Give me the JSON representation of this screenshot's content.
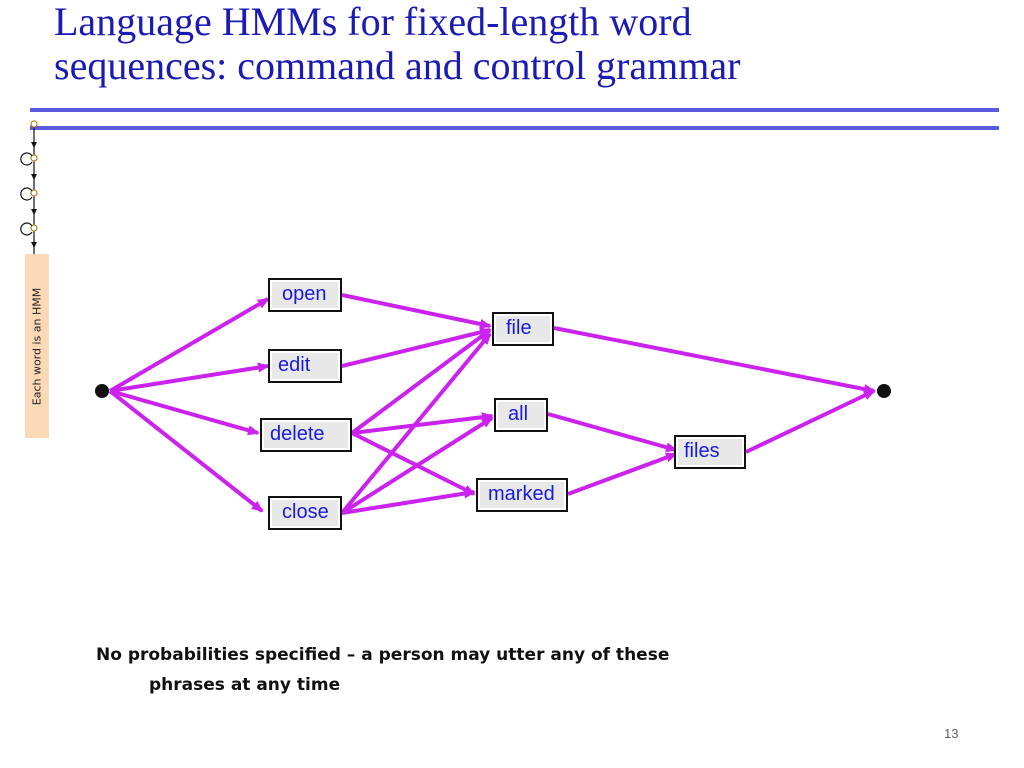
{
  "title": {
    "line1": "Language HMMs for fixed-length word",
    "line2": "sequences: command and control grammar"
  },
  "side_label": "Each word is an HMM",
  "words": {
    "open": "open",
    "edit": "edit",
    "delete": "delete",
    "close": "close",
    "file": "file",
    "all": "all",
    "marked": "marked",
    "files": "files"
  },
  "edges": [
    [
      "start",
      "open"
    ],
    [
      "start",
      "edit"
    ],
    [
      "start",
      "delete"
    ],
    [
      "start",
      "close"
    ],
    [
      "open",
      "file"
    ],
    [
      "edit",
      "file"
    ],
    [
      "delete",
      "file"
    ],
    [
      "close",
      "file"
    ],
    [
      "delete",
      "all"
    ],
    [
      "close",
      "all"
    ],
    [
      "delete",
      "marked"
    ],
    [
      "close",
      "marked"
    ],
    [
      "file",
      "end"
    ],
    [
      "all",
      "files"
    ],
    [
      "marked",
      "files"
    ],
    [
      "files",
      "end"
    ]
  ],
  "colors": {
    "title": "#1a1ab4",
    "rule": "#5a5ae0",
    "edge": "#cc22ee",
    "word_text": "#1a1adc",
    "side_label_bg": "#fcd9b6"
  },
  "note": {
    "line1": "No probabilities specified – a person may utter any of these",
    "line2": "phrases at any time"
  },
  "page_number": "13"
}
